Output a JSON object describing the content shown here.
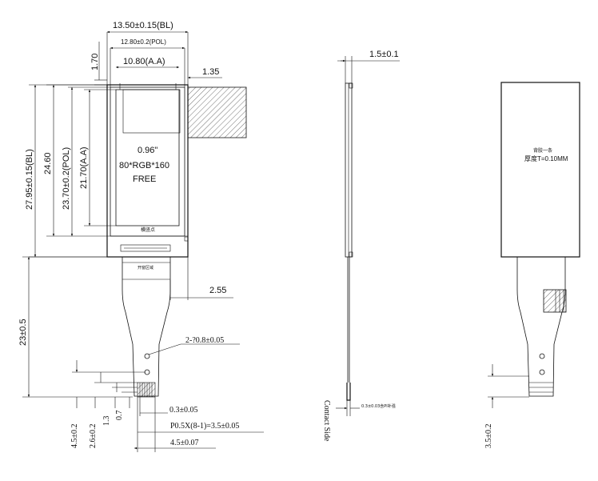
{
  "front_view": {
    "dims": {
      "outline_width": "13.50±0.15(BL)",
      "pol_width": "12.80±0.2(POL)",
      "aa_width": "10.80(A.A)",
      "top_offset": "1.70",
      "right_offset": "1.35",
      "outline_height": "27.95±0.15(BL)",
      "mid_height": "24.60",
      "pol_height": "23.70±0.2(POL)",
      "aa_height": "21.70(A.A)",
      "tail_offset": "2.55",
      "fpc_length": "23±0.5",
      "hole_spec": "2-?0.8±0.05",
      "finger_width": "0.3±0.05",
      "pitch_spec": "P0.5X(8-1)=3.5±0.05",
      "total_width": "4.5±0.07",
      "dim_45": "4.5±0.2",
      "dim_26": "2.6±0.2",
      "dim_13": "1.3",
      "dim_07": "0.7"
    },
    "screen_text": {
      "size": "0.96\"",
      "resolution": "80*RGB*160",
      "status": "FREE"
    },
    "cjk_labels": {
      "under_screen": "横竖点",
      "fpc_label": "开窗区域"
    }
  },
  "side_view": {
    "thickness": "1.5±0.1",
    "contact_side": "Contact Side",
    "pi_note": "0.3±0.03含PI补强"
  },
  "back_view": {
    "label_line1": "背胶一条",
    "label_line2": "厚度T=0.10MM",
    "dim_35": "3.5±0.2"
  }
}
